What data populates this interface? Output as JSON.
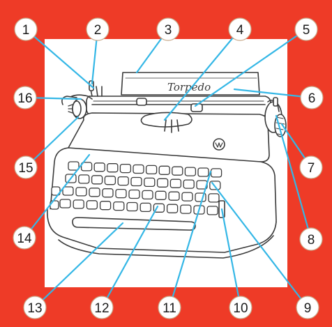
{
  "diagram": {
    "colors": {
      "frame": "#ee3b27",
      "badge_fill": "#ffffff",
      "badge_stroke": "#c9a98a",
      "leader": "#34b7e6",
      "ink": "#3a3a3a",
      "paper": "#ffffff"
    },
    "brand_label": "Torpedo",
    "callouts": [
      {
        "id": 1,
        "label": "1"
      },
      {
        "id": 2,
        "label": "2"
      },
      {
        "id": 3,
        "label": "3"
      },
      {
        "id": 4,
        "label": "4"
      },
      {
        "id": 5,
        "label": "5"
      },
      {
        "id": 6,
        "label": "6"
      },
      {
        "id": 7,
        "label": "7"
      },
      {
        "id": 8,
        "label": "8"
      },
      {
        "id": 9,
        "label": "9"
      },
      {
        "id": 10,
        "label": "10"
      },
      {
        "id": 11,
        "label": "11"
      },
      {
        "id": 12,
        "label": "12"
      },
      {
        "id": 13,
        "label": "13"
      },
      {
        "id": 14,
        "label": "14"
      },
      {
        "id": 15,
        "label": "15"
      },
      {
        "id": 16,
        "label": "16"
      }
    ]
  }
}
